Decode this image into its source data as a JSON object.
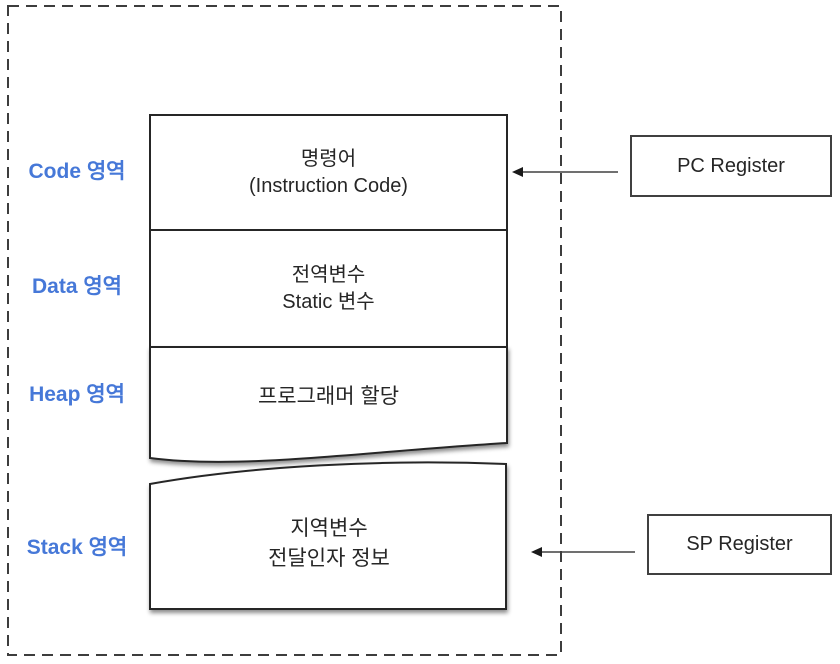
{
  "regions": {
    "code": {
      "label": "Code 영역",
      "line1": "명령어",
      "line2": "(Instruction Code)"
    },
    "data": {
      "label": "Data 영역",
      "line1": "전역변수",
      "line2": "Static 변수"
    },
    "heap": {
      "label": "Heap 영역",
      "line1": "프로그래머 할당"
    },
    "stack": {
      "label": "Stack 영역",
      "line1": "지역변수",
      "line2": "전달인자 정보"
    }
  },
  "registers": {
    "pc": {
      "label": "PC Register"
    },
    "sp": {
      "label": "SP Register"
    }
  },
  "colors": {
    "region_label": "#4678D8",
    "box_border": "#262626",
    "connector": "#404040",
    "frame_dash": "#3d3d3d",
    "text": "#262626",
    "background": "#ffffff"
  }
}
